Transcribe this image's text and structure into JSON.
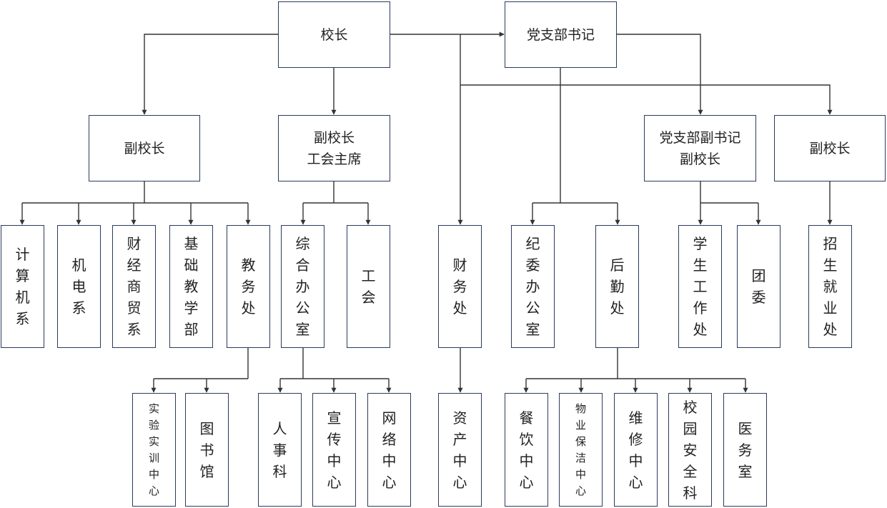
{
  "nodes": {
    "principal": "校长",
    "party_secretary": "党支部书记",
    "vp_left": "副校长",
    "vp_union": "副校长\n工会主席",
    "deputy_secretary_vp": "党支部副书记\n副校长",
    "vp_right": "副校长",
    "computer_dept": "计\n算\n机\n系",
    "mech_elec_dept": "机\n电\n系",
    "finance_trade_dept": "财\n经\n商\n贸\n系",
    "basic_teaching_dept": "基\n础\n教\n学\n部",
    "academic_affairs": "教\n务\n处",
    "general_office": "综\n合\n办\n公\n室",
    "union": "工\n会",
    "finance_office": "财\n务\n处",
    "discipline_office": "纪\n委\n办\n公\n室",
    "logistics": "后\n勤\n处",
    "student_affairs": "学\n生\n工\n作\n处",
    "youth_league": "团\n委",
    "admissions": "招\n生\n就\n业\n处",
    "lab_training_center": "实\n验\n实\n训\n中\n心",
    "library": "图\n书\n馆",
    "hr_section": "人\n事\n科",
    "publicity_center": "宣\n传\n中\n心",
    "network_center": "网\n络\n中\n心",
    "asset_center": "资\n产\n中\n心",
    "catering_center": "餐\n饮\n中\n心",
    "property_cleaning_center": "物\n业\n保\n洁\n中\n心",
    "maintenance_center": "维\n修\n中\n心",
    "campus_security": "校\n园\n安\n全\n科",
    "clinic": "医\n务\n室"
  },
  "colors": {
    "border": "#2b3a5c",
    "line": "#333333"
  }
}
